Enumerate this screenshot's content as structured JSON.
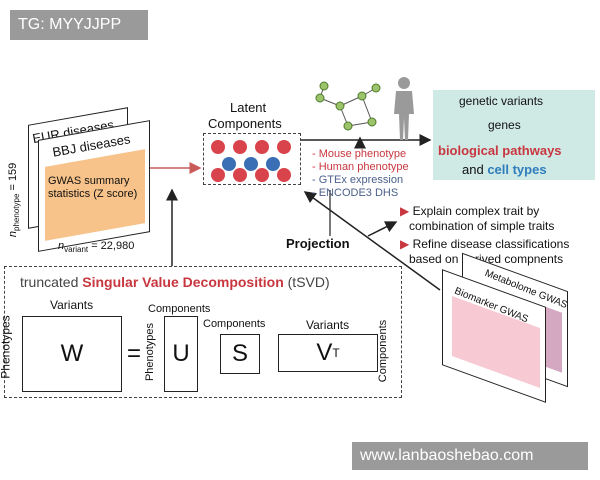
{
  "watermark_top": "TG: MYYJJPP",
  "watermark_bottom": "www.lanbaoshebao.com",
  "input": {
    "eur_label": "EUR diseases",
    "bbj_label": "BBJ diseases",
    "gwas_line1": "GWAS summary",
    "gwas_line2": "statistics (Z score)",
    "n_phenotype": "n",
    "n_phenotype_sub": "phenotype",
    "n_phenotype_value": " = 159",
    "n_variant": "n",
    "n_variant_sub": "variant",
    "n_variant_value": " = 22,980"
  },
  "latent": {
    "title_line1": "Latent",
    "title_line2": "Components",
    "dot_colors": [
      "#d9434b",
      "#3a6fb5"
    ]
  },
  "phenotypes": {
    "mouse": "- Mouse phenotype",
    "human": "- Human phenotype",
    "gtex": "- GTEx expression",
    "encode": "- ENCODE3 DHS"
  },
  "biology": {
    "genetic_variants": "genetic variants",
    "genes": "genes",
    "pathways": "biological pathways",
    "and": "and ",
    "cell_types": "cell types"
  },
  "outcomes": {
    "item1_line1": "Explain complex trait by",
    "item1_line2": "combination of simple traits",
    "item2_line1": "Refine disease classifications",
    "item2_line2": "based on derived compnents"
  },
  "projection_label": "Projection",
  "svd": {
    "title_prefix": "truncated ",
    "title_bold": "Singular Value Decomposition",
    "title_suffix": " (tSVD)",
    "variants_label": "Variants",
    "phenotypes_label": "Phenotypes",
    "components_label": "Components",
    "w": "W",
    "equals": "=",
    "u": "U",
    "s": "S",
    "v": "V",
    "v_sup": "T"
  },
  "gwas_stack": {
    "metabolome": "Metabolome GWAS",
    "biomarker": "Biomarker GWAS"
  },
  "colors": {
    "orange": "#f7c38a",
    "pink_panel": "#f7c9d3",
    "mauve_panel": "#d4a8c0",
    "teal": "#cfe9e4",
    "red": "#c8373f",
    "blue": "#2f7dbd",
    "arrow": "#c85a5a"
  }
}
